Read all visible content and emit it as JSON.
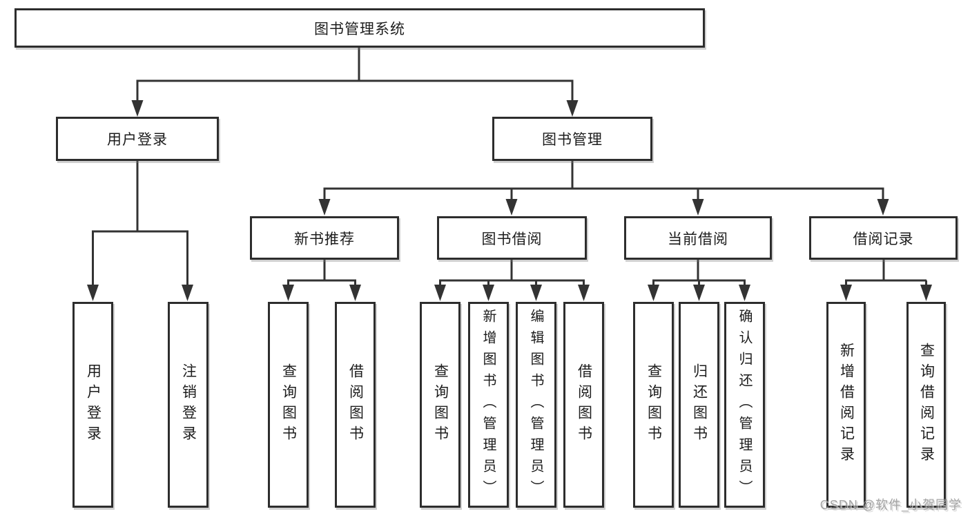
{
  "diagram": {
    "root": {
      "label": "图书管理系统"
    },
    "level2": [
      {
        "label": "用户登录",
        "children": [
          {
            "label": "用户登录"
          },
          {
            "label": "注销登录"
          }
        ]
      },
      {
        "label": "图书管理",
        "children": [
          {
            "label": "新书推荐",
            "children": [
              {
                "label": "查询图书"
              },
              {
                "label": "借阅图书"
              }
            ]
          },
          {
            "label": "图书借阅",
            "children": [
              {
                "label": "查询图书"
              },
              {
                "label": "新增图书（管理员）"
              },
              {
                "label": "编辑图书（管理员）"
              },
              {
                "label": "借阅图书"
              }
            ]
          },
          {
            "label": "当前借阅",
            "children": [
              {
                "label": "查询图书"
              },
              {
                "label": "归还图书"
              },
              {
                "label": "确认归还（管理员）"
              }
            ]
          },
          {
            "label": "借阅记录",
            "children": [
              {
                "label": "新增借阅记录"
              },
              {
                "label": "查询借阅记录"
              }
            ]
          }
        ]
      }
    ]
  },
  "watermark": {
    "text": "CSDN @软件_小贺同学"
  }
}
